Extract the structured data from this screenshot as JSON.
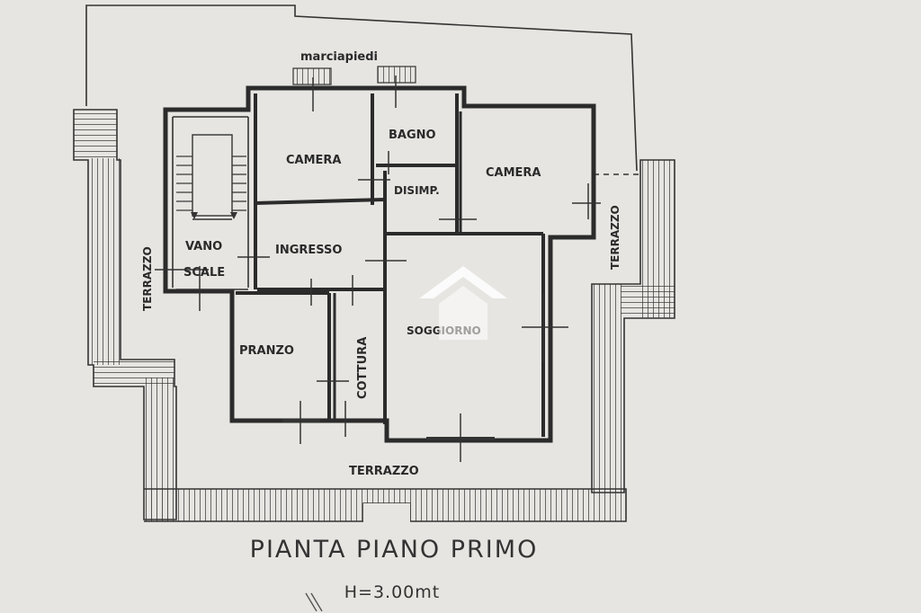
{
  "labels": {
    "sidewalk": "marciapiedi",
    "bedroom_left": "CAMERA",
    "bathroom": "BAGNO",
    "bedroom_right": "CAMERA",
    "hallway": "DISIMP.",
    "stair_1": "VANO",
    "stair_2": "SCALE",
    "entrance": "INGRESSO",
    "living": "SOGGIORNO",
    "dining": "PRANZO",
    "kitchen": "COTTURA",
    "terrace_left": "TERRAZZO",
    "terrace_right": "TERRAZZO",
    "terrace_bottom": "TERRAZZO"
  },
  "footer": {
    "title": "PIANTA PIANO PRIMO",
    "height": "H=3.00mt"
  },
  "watermark": {
    "color": "#ffffff"
  }
}
